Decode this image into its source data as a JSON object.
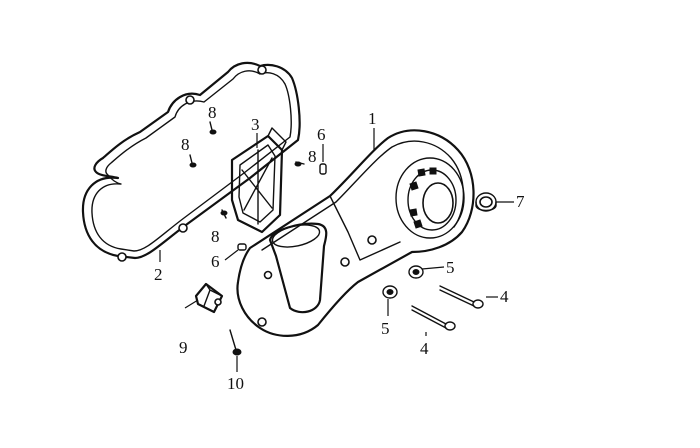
{
  "callouts": [
    {
      "id": "c1",
      "text": "1"
    },
    {
      "id": "c2",
      "text": "2"
    },
    {
      "id": "c3",
      "text": "3"
    },
    {
      "id": "c4a",
      "text": "4"
    },
    {
      "id": "c4b",
      "text": "4"
    },
    {
      "id": "c5a",
      "text": "5"
    },
    {
      "id": "c5b",
      "text": "5"
    },
    {
      "id": "c6a",
      "text": "6"
    },
    {
      "id": "c6b",
      "text": "6"
    },
    {
      "id": "c7",
      "text": "7"
    },
    {
      "id": "c8a",
      "text": "8"
    },
    {
      "id": "c8b",
      "text": "8"
    },
    {
      "id": "c8c",
      "text": "8"
    },
    {
      "id": "c8d",
      "text": "8"
    },
    {
      "id": "c9",
      "text": "9"
    },
    {
      "id": "c10",
      "text": "10"
    }
  ]
}
